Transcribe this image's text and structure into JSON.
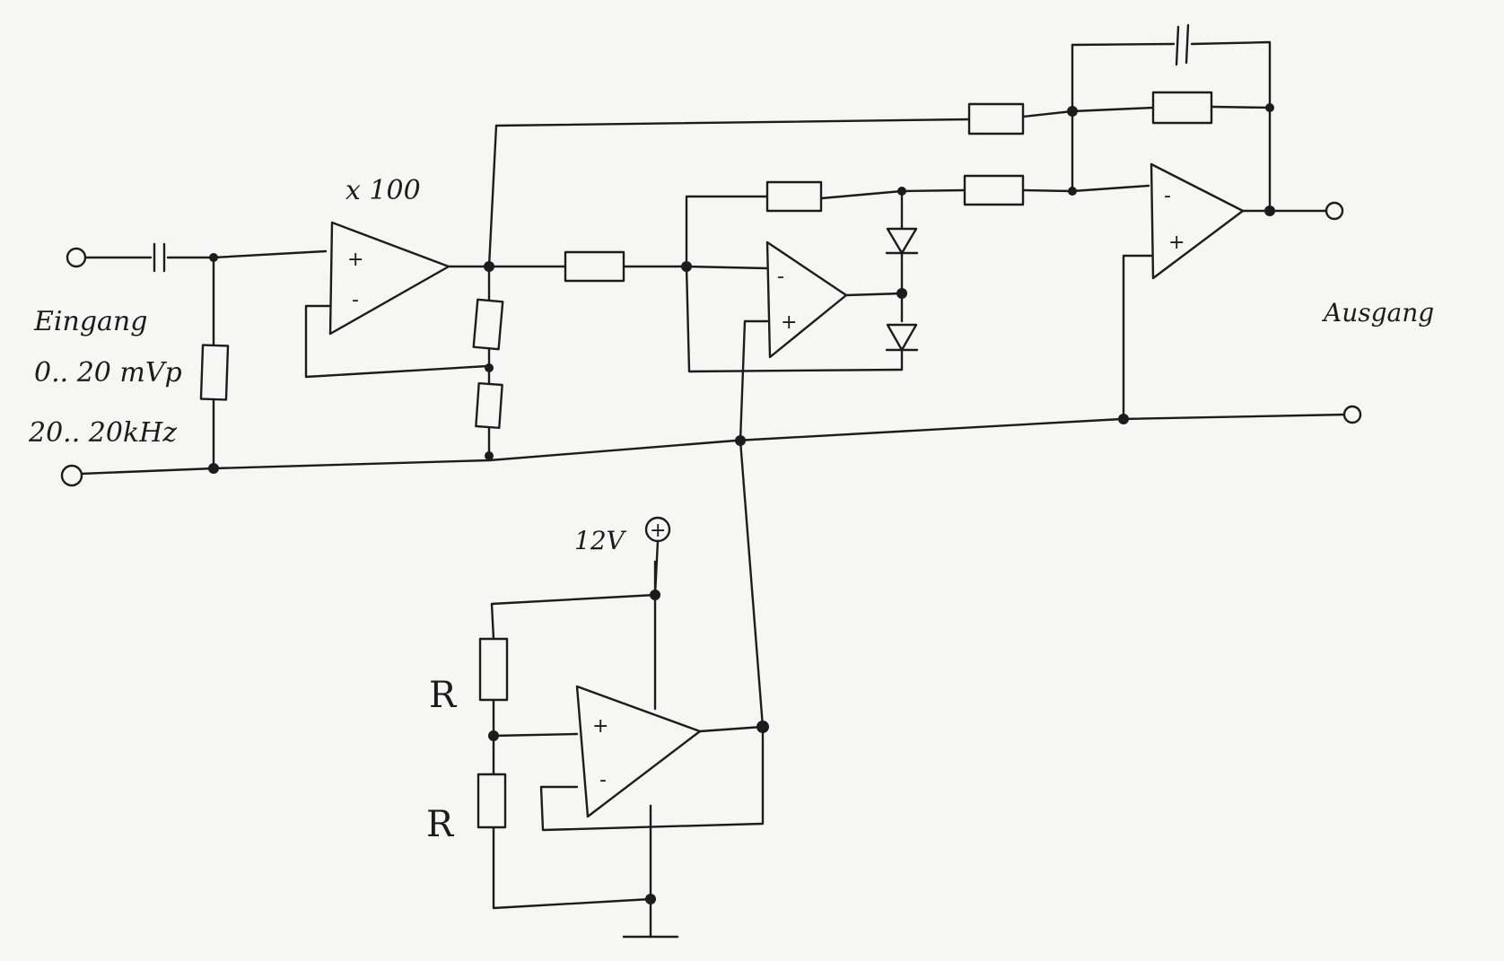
{
  "labels": {
    "input": "Eingang",
    "input_range": "0.. 20 mVp",
    "input_freq": "20.. 20kHz",
    "gain": "x 100",
    "output": "Ausgang",
    "supply": "12V",
    "supply_symbol": "+",
    "r_top": "R",
    "r_bottom": "R"
  },
  "opamps": [
    {
      "id": "gain-stage",
      "in_top": "+",
      "in_bottom": "-"
    },
    {
      "id": "rectifier-stage",
      "in_top": "-",
      "in_bottom": "+"
    },
    {
      "id": "summing-stage",
      "in_top": "-",
      "in_bottom": "+"
    },
    {
      "id": "bias-buffer",
      "in_top": "+",
      "in_bottom": "-"
    }
  ],
  "colors": {
    "ink": "#1c1c1c",
    "paper": "#f6f6f4"
  }
}
